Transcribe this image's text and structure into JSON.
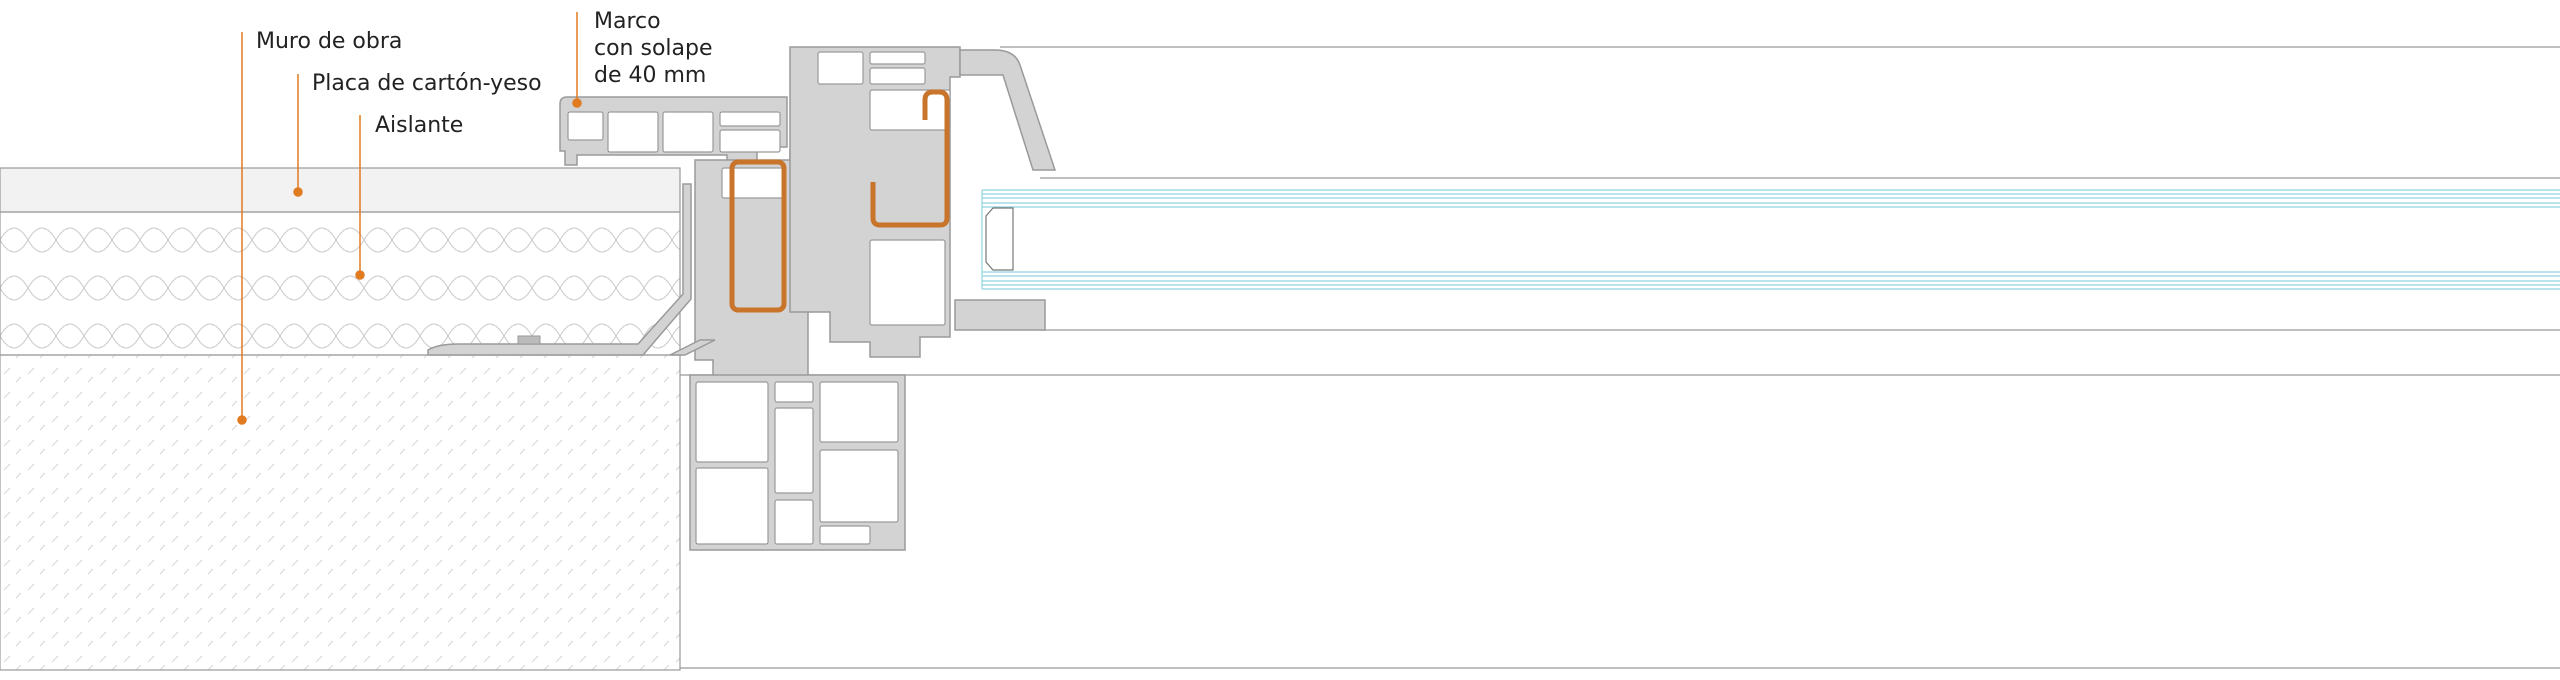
{
  "labels": {
    "masonry_wall": "Muro de obra",
    "plasterboard": "Placa de cartón-yeso",
    "insulation": "Aislante",
    "frame_line1": "Marco",
    "frame_line2": "con solape",
    "frame_line3": "de 40 mm"
  },
  "colors": {
    "leader": "#e07b20",
    "reinforcement": "#c8742a",
    "profile": "#d3d3d3",
    "glass": "#8fd3e0"
  }
}
